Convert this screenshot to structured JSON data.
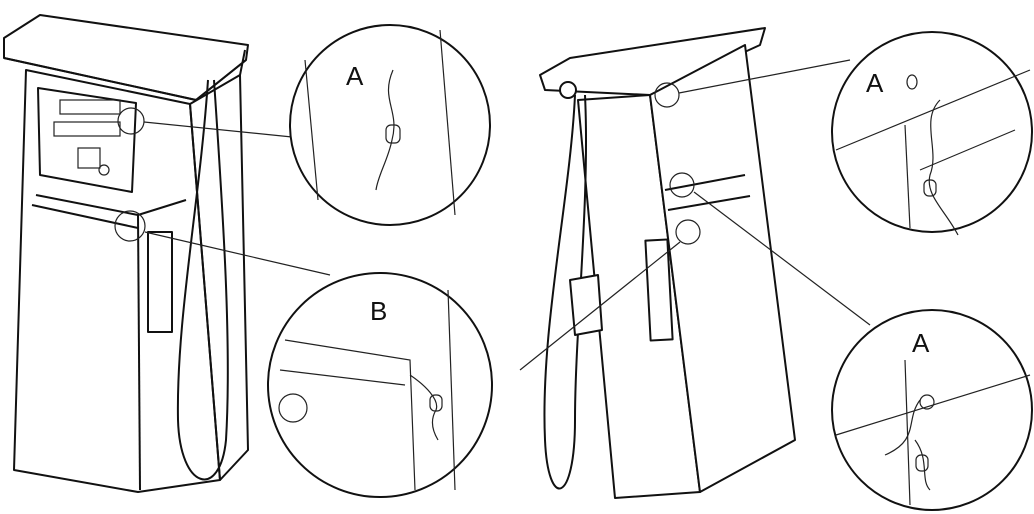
{
  "callouts": [
    {
      "id": "left-top",
      "label": "A"
    },
    {
      "id": "left-bottom",
      "label": "B"
    },
    {
      "id": "right-top",
      "label": "A"
    },
    {
      "id": "right-bottom",
      "label": "A"
    }
  ]
}
